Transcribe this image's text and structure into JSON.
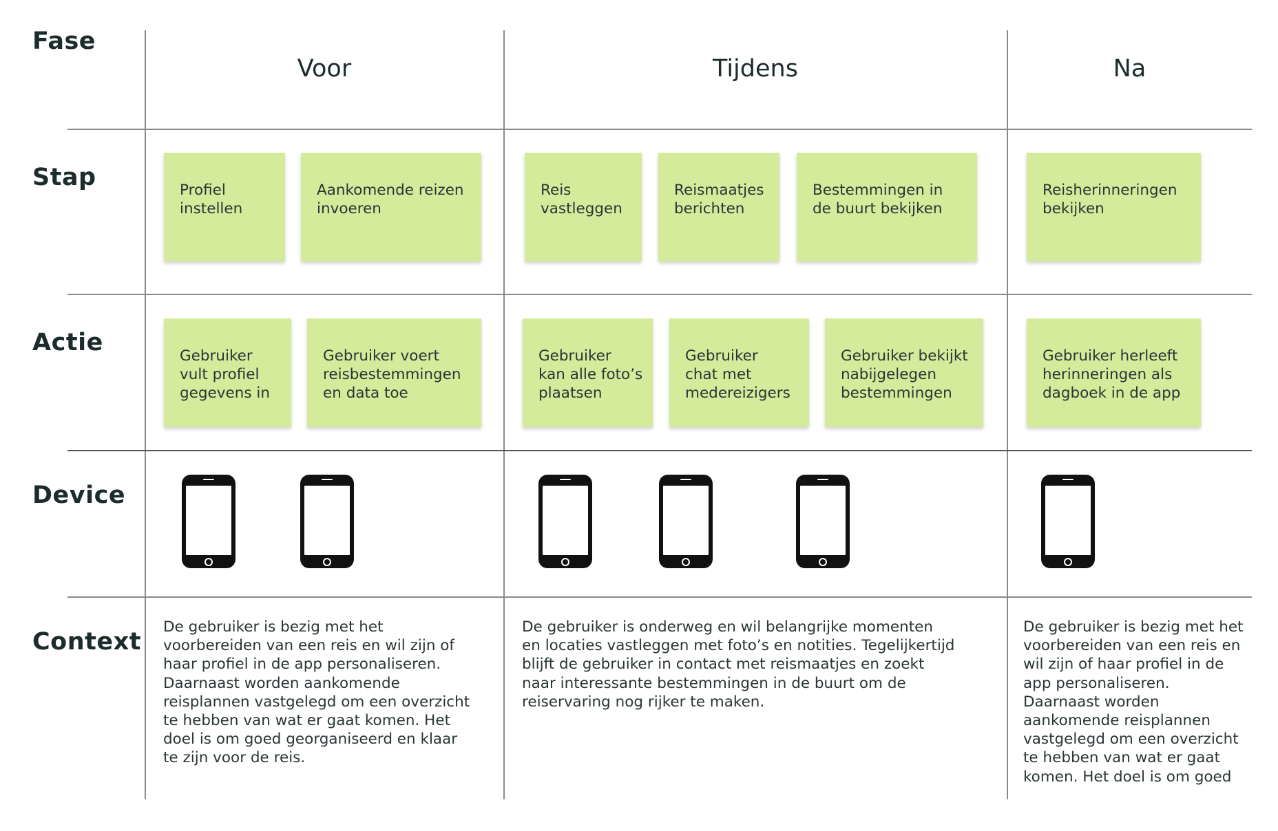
{
  "rows": {
    "fase": "Fase",
    "stap": "Stap",
    "actie": "Actie",
    "device": "Device",
    "context": "Context"
  },
  "phases": [
    "Voor",
    "Tijdens",
    "Na"
  ],
  "steps": [
    "Profiel\ninstellen",
    "Aankomende reizen\ninvoeren",
    "Reis\nvastleggen",
    "Reismaatjes\nberichten",
    "Bestemmingen in\nde buurt bekijken",
    "Reisherinneringen\nbekijken"
  ],
  "actions": [
    "Gebruiker\nvult profiel\ngegevens in",
    "Gebruiker voert\nreisbestemmingen\nen data toe",
    "Gebruiker\nkan alle foto’s\nplaatsen",
    "Gebruiker\nchat met\nmedereizigers",
    "Gebruiker bekijkt\nnabijgelegen\nbestemmingen",
    "Gebruiker herleeft\nherinneringen als\ndagboek in de app"
  ],
  "devices": {
    "icon": "smartphone-icon",
    "count": 6
  },
  "context": [
    "De gebruiker is bezig met het\nvoorbereiden van een reis en wil zijn of\nhaar profiel in de app personaliseren.\nDaarnaast worden aankomende\nreisplannen vastgelegd om een overzicht\nte hebben van wat er gaat komen. Het\ndoel is om goed georganiseerd en klaar\nte zijn voor de reis.",
    "De gebruiker is onderweg en wil belangrijke momenten\nen locaties vastleggen met foto’s en notities. Tegelijkertijd\nblijft de gebruiker in contact met reismaatjes en zoekt\nnaar interessante bestemmingen in de buurt om de\nreiservaring nog rijker te maken.",
    "De gebruiker is bezig met het\nvoorbereiden van een reis en\nwil zijn of haar profiel in de\napp personaliseren.\nDaarnaast worden\naankomende reisplannen\nvastgelegd om een overzicht\nte hebben van wat er gaat\nkomen. Het doel is om goed"
  ],
  "colors": {
    "sticky_note": "#d3eb9b",
    "text": "#1c2b2b",
    "grid": "#8a8a8a"
  }
}
